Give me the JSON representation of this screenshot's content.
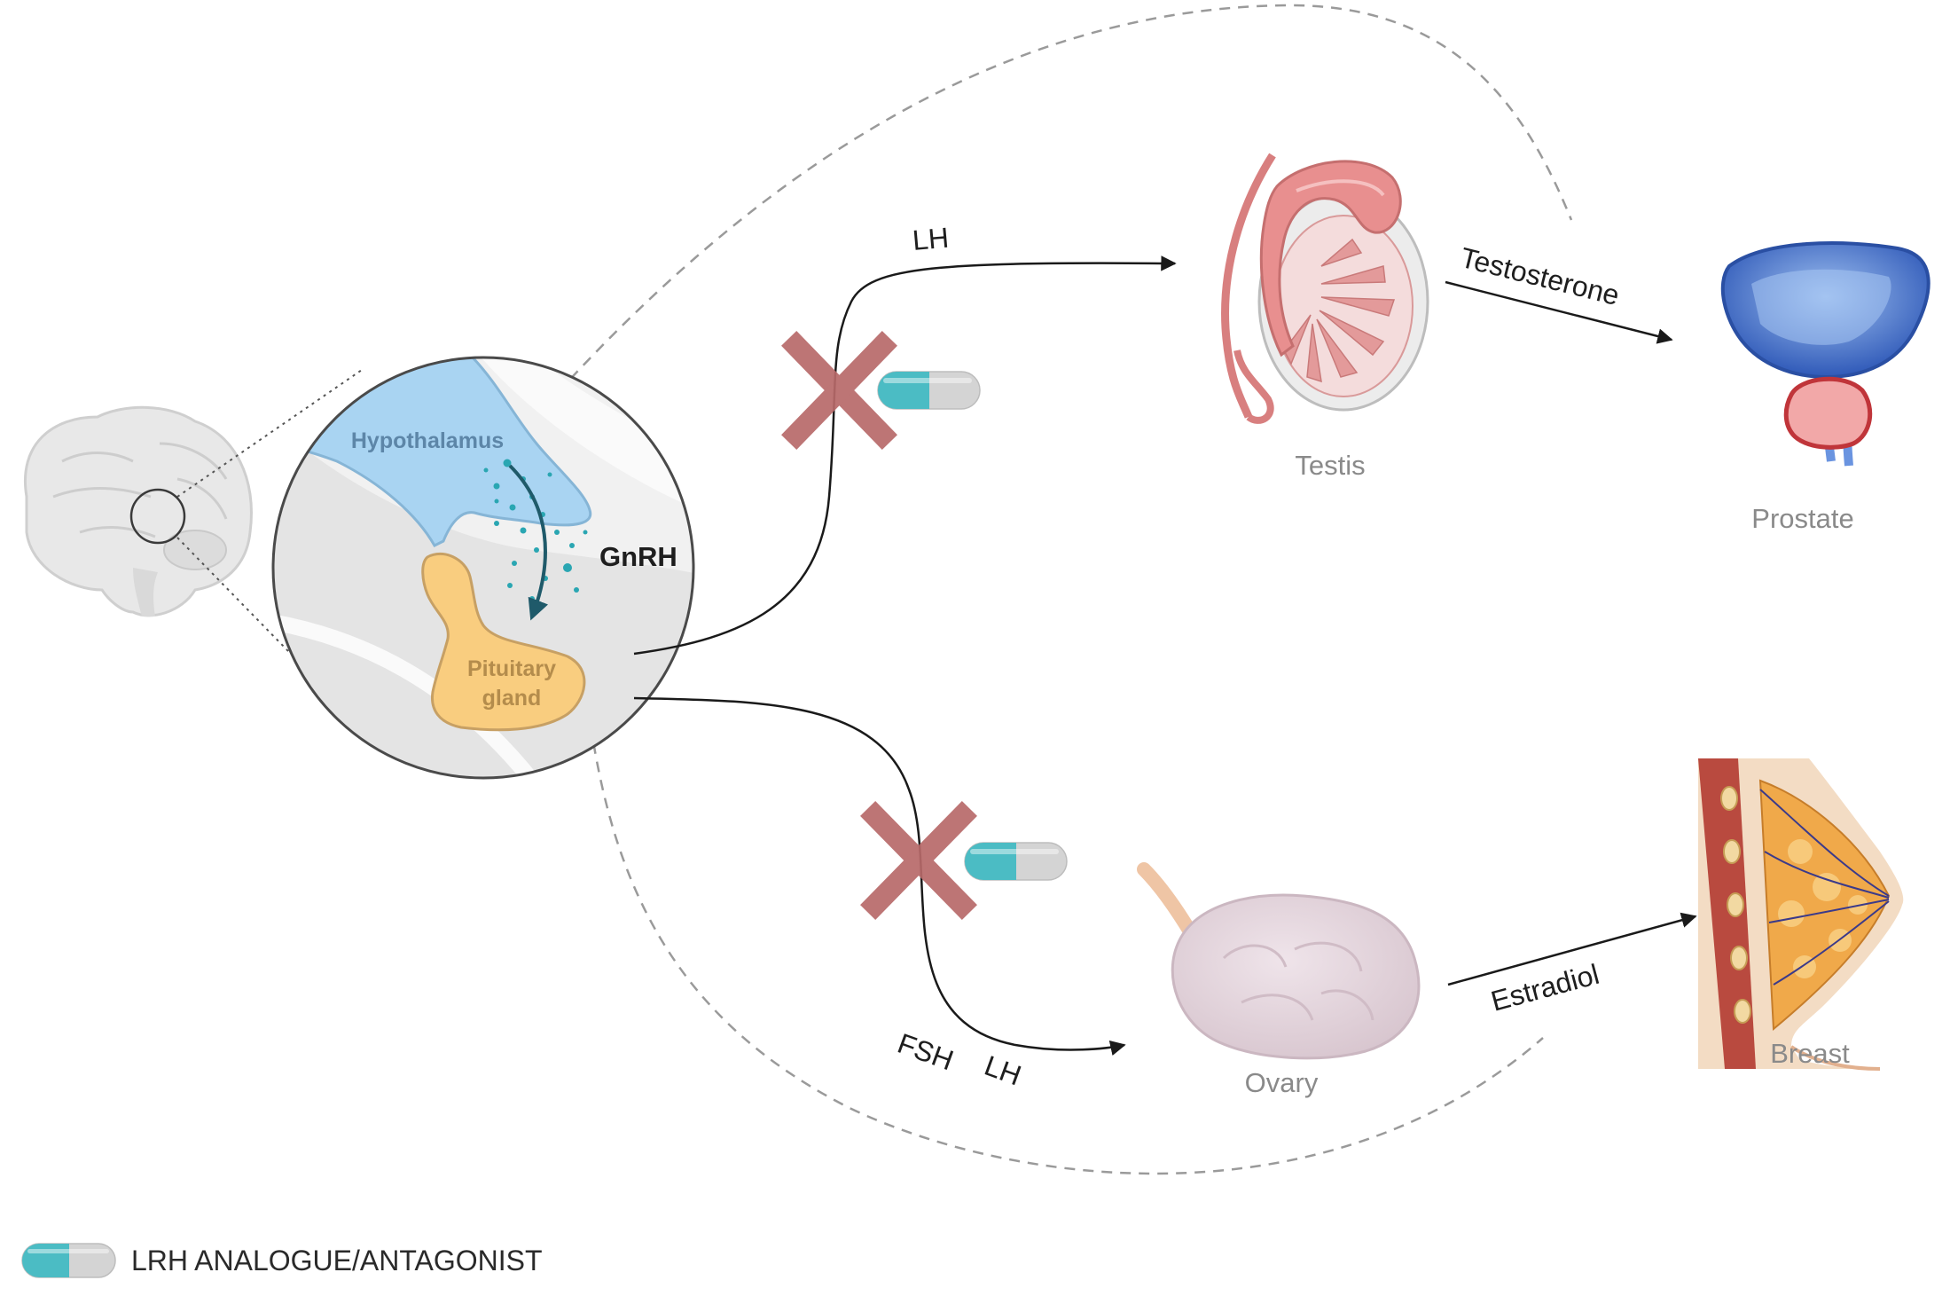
{
  "labels": {
    "hypothalamus": "Hypothalamus",
    "pituitary_line1": "Pituitary",
    "pituitary_line2": "gland",
    "gnrh": "GnRH",
    "lh_top": "LH",
    "fsh": "FSH",
    "lh_bottom": "LH",
    "testosterone": "Testosterone",
    "estradiol": "Estradiol",
    "testis": "Testis",
    "prostate": "Prostate",
    "ovary": "Ovary",
    "breast": "Breast"
  },
  "legend": {
    "label": "LRH ANALOGUE/ANTAGONIST"
  },
  "colors": {
    "hypothalamus": "#a9d4f2",
    "pituitary": "#f9cd7f",
    "block_x": "#b86a6a",
    "pill_teal": "#4bbcc4",
    "pill_grey": "#d4d4d4",
    "testis": "#e88f8f",
    "prostate": "#3f69c4",
    "ovary": "#e3d6dc",
    "breast_tissue": "#f0a94a"
  },
  "icons": [
    "brain-icon",
    "pill-icon",
    "block-cross-icon",
    "testis-icon",
    "prostate-icon",
    "ovary-icon",
    "breast-icon"
  ]
}
